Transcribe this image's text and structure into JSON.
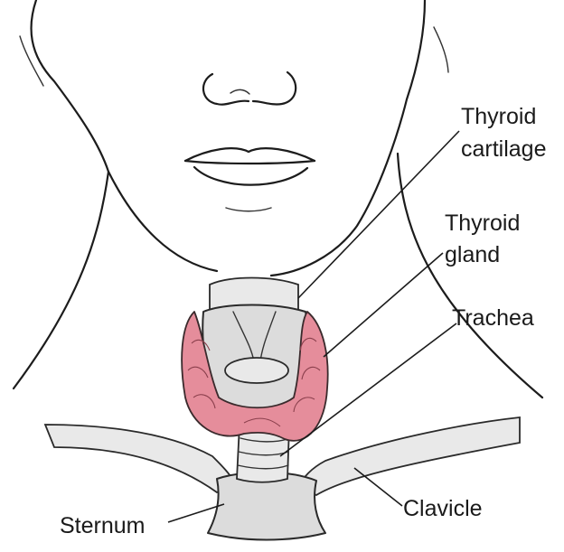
{
  "diagram": {
    "labels": {
      "thyroid_cartilage_line1": "Thyroid",
      "thyroid_cartilage_line2": "cartilage",
      "thyroid_gland_line1": "Thyroid",
      "thyroid_gland_line2": "gland",
      "trachea": "Trachea",
      "clavicle": "Clavicle",
      "sternum": "Sternum"
    },
    "colors": {
      "gland": "#e58d9b",
      "bone": "#dcdcdc",
      "ink": "#1c1c1c"
    }
  }
}
